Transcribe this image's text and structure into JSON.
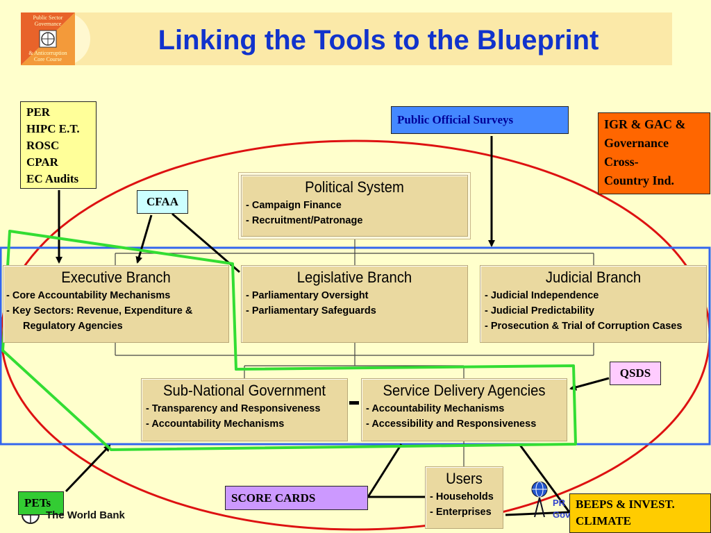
{
  "title": "Linking the Tools to the Blueprint",
  "logo": {
    "line1": "Public Sector",
    "line2": "Governance",
    "line3": "& Anticorruption",
    "line4": "Core Course"
  },
  "political": {
    "title": "Political System",
    "items": [
      "- Campaign Finance",
      "- Recruitment/Patronage"
    ]
  },
  "executive": {
    "title": "Executive Branch",
    "items": [
      "- Core Accountability Mechanisms",
      "- Key Sectors: Revenue, Expenditure &",
      "Regulatory Agencies"
    ]
  },
  "legislative": {
    "title": "Legislative Branch",
    "items": [
      "- Parliamentary Oversight",
      "- Parliamentary Safeguards"
    ]
  },
  "judicial": {
    "title": "Judicial Branch",
    "items": [
      "- Judicial Independence",
      "- Judicial Predictability",
      "- Prosecution & Trial of Corruption Cases"
    ]
  },
  "subnational": {
    "title": "Sub-National Government",
    "items": [
      "- Transparency and Responsiveness",
      "- Accountability Mechanisms"
    ]
  },
  "service": {
    "title": "Service Delivery Agencies",
    "items": [
      "- Accountability Mechanisms",
      "- Accessibility and Responsiveness"
    ]
  },
  "users": {
    "title": "Users",
    "items": [
      "- Households",
      "- Enterprises"
    ]
  },
  "tags": {
    "per": [
      "PER",
      "HIPC E.T.",
      "ROSC",
      "CPAR",
      "EC Audits"
    ],
    "pos": "Public Official Surveys",
    "igr": [
      "IGR & GAC &",
      "Governance",
      "Cross-",
      "Country Ind."
    ],
    "cfaa": "CFAA",
    "qsds": "QSDS",
    "scorecards": "SCORE CARDS",
    "pets": "PETs",
    "beeps": [
      "BEEPS & INVEST.",
      "CLIMATE"
    ]
  },
  "footer": {
    "bank": "The World Bank",
    "partial": "PR",
    "partial2": "Gov"
  },
  "colors": {
    "title": "#1133cc",
    "card": "#ead9a0",
    "ellipse": "#dd1111",
    "green": "#33dd33",
    "blue_frame": "#3366ee"
  }
}
